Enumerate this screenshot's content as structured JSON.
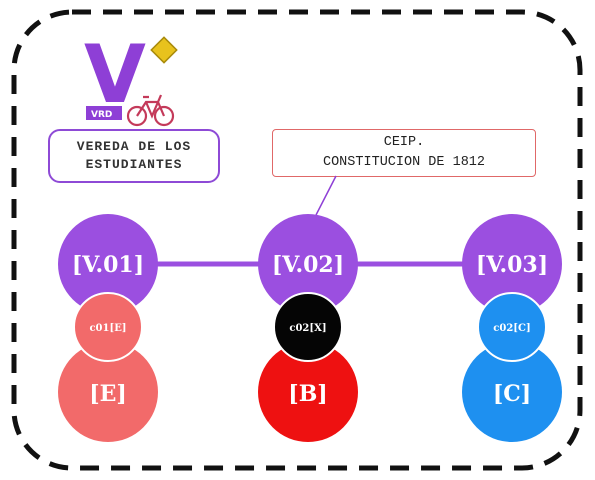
{
  "logo": {
    "letter": "V",
    "tag": "VRD"
  },
  "labels": {
    "vereda_line1": "VEREDA DE LOS",
    "vereda_line2": "ESTUDIANTES",
    "school_line1": "CEIP.",
    "school_line2": "CONSTITUCION DE 1812"
  },
  "colors": {
    "purple": "#9b4fe0",
    "salmon": "#f26a6a",
    "red": "#ee1111",
    "black": "#050505",
    "blue": "#1e90f0",
    "dash": "#111111"
  },
  "nodes": [
    {
      "id": "V.01",
      "label": "[V.01]",
      "sub_label": "c01[E]",
      "bottom_label": "[E]",
      "sub_color": "salmon",
      "bottom_color": "salmon"
    },
    {
      "id": "V.02",
      "label": "[V.02]",
      "sub_label": "c02[X]",
      "bottom_label": "[B]",
      "sub_color": "black",
      "bottom_color": "red"
    },
    {
      "id": "V.03",
      "label": "[V.03]",
      "sub_label": "c02[C]",
      "bottom_label": "[C]",
      "sub_color": "blue",
      "bottom_color": "blue"
    }
  ]
}
